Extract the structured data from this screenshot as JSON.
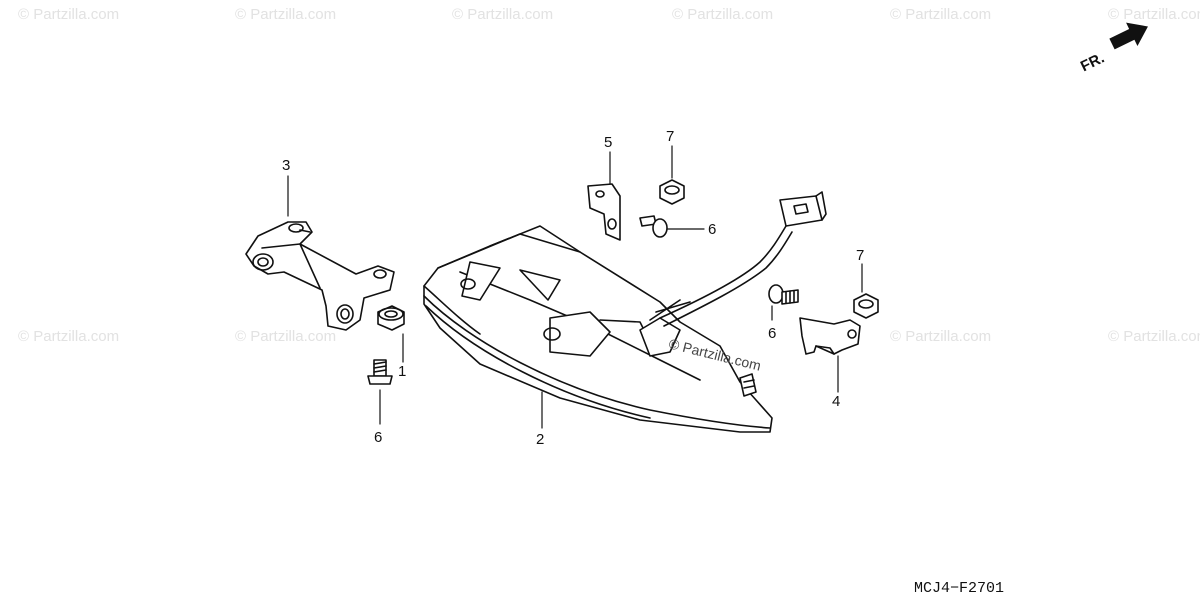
{
  "watermark": "© Partzilla.com",
  "diagram_watermark": "© Partzilla.com",
  "direction_label": "FR.",
  "diagram_code": "MCJ4−F2701",
  "callouts": {
    "c1": "1",
    "c2": "2",
    "c3": "3",
    "c4": "4",
    "c5": "5",
    "c6a": "6",
    "c6b": "6",
    "c6c": "6",
    "c7a": "7",
    "c7b": "7"
  },
  "colors": {
    "line": "#111111",
    "watermark": "#e2e2e2"
  },
  "icons": [
    "fr-direction-arrow-icon"
  ]
}
